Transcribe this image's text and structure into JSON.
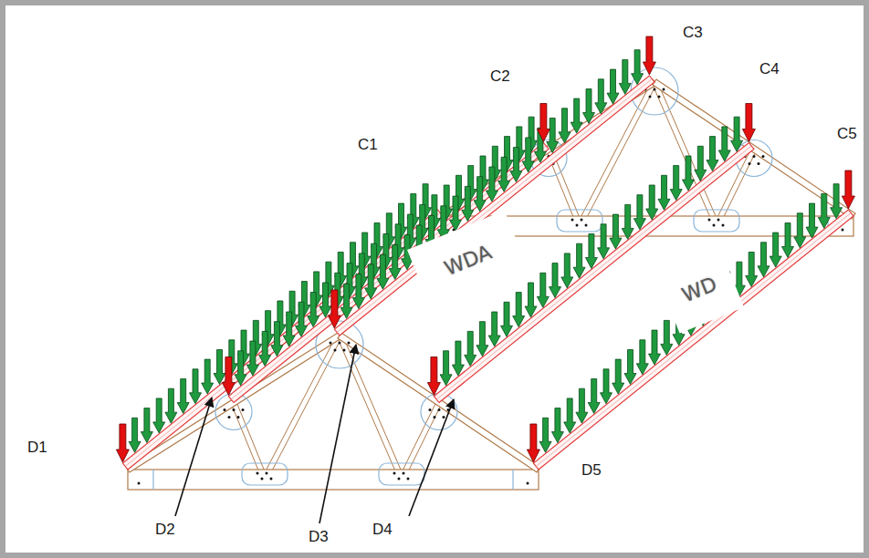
{
  "diagram": {
    "labels": [
      "C1",
      "C2",
      "C3",
      "C4",
      "C5",
      "D1",
      "D2",
      "D3",
      "D4",
      "D5",
      "WDA",
      "WD"
    ]
  }
}
